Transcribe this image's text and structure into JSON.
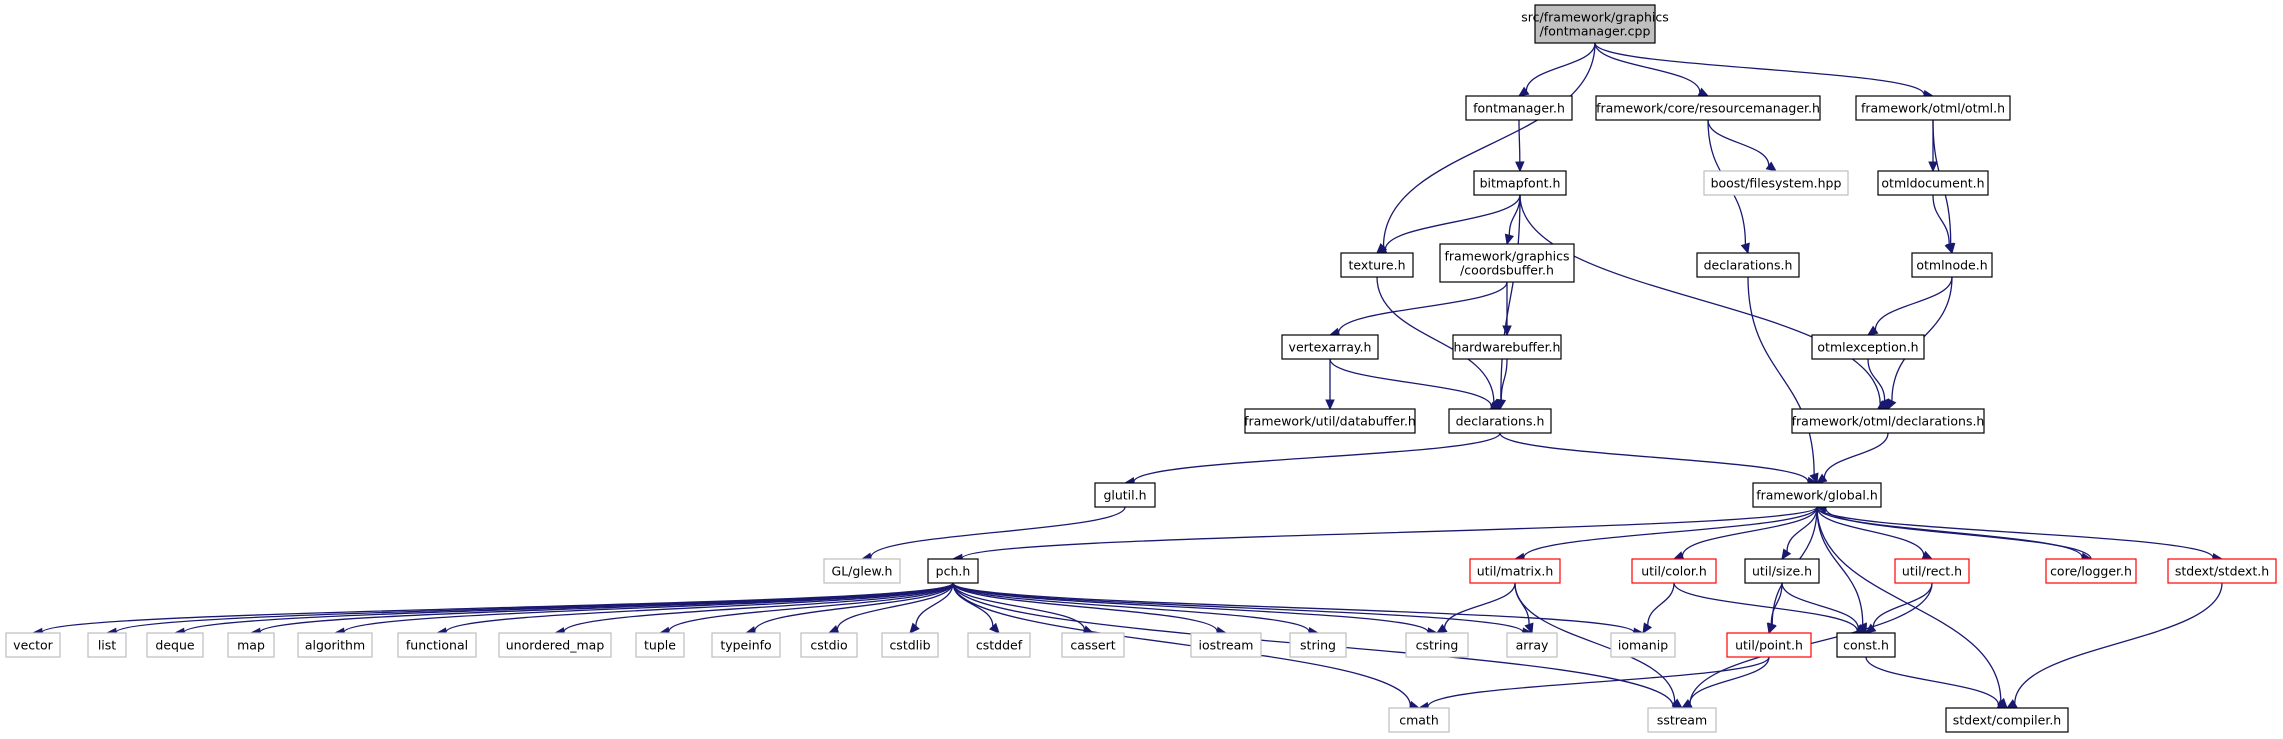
{
  "colors": {
    "edge": "#191970",
    "root_fill": "#bfbfbf",
    "normal_border": "#000000",
    "truncated_border": "#ff0000",
    "external_border": "#bfbfbf",
    "external_text": "#000000"
  },
  "nodes": [
    {
      "id": "root",
      "label": [
        "src/framework/graphics",
        "/fontmanager.cpp"
      ],
      "kind": "root"
    },
    {
      "id": "fontmanager_h",
      "label": [
        "fontmanager.h"
      ],
      "kind": "normal"
    },
    {
      "id": "resourcemanager_h",
      "label": [
        "framework/core/resourcemanager.h"
      ],
      "kind": "normal"
    },
    {
      "id": "otml_h",
      "label": [
        "framework/otml/otml.h"
      ],
      "kind": "normal"
    },
    {
      "id": "bitmapfont_h",
      "label": [
        "bitmapfont.h"
      ],
      "kind": "normal"
    },
    {
      "id": "boost_filesystem",
      "label": [
        "boost/filesystem.hpp"
      ],
      "kind": "external"
    },
    {
      "id": "otmldocument_h",
      "label": [
        "otmldocument.h"
      ],
      "kind": "normal"
    },
    {
      "id": "texture_h",
      "label": [
        "texture.h"
      ],
      "kind": "normal"
    },
    {
      "id": "coordsbuffer_h",
      "label": [
        "framework/graphics",
        "/coordsbuffer.h"
      ],
      "kind": "normal"
    },
    {
      "id": "core_declarations_h",
      "label": [
        "declarations.h"
      ],
      "kind": "normal"
    },
    {
      "id": "otmlnode_h",
      "label": [
        "otmlnode.h"
      ],
      "kind": "normal"
    },
    {
      "id": "vertexarray_h",
      "label": [
        "vertexarray.h"
      ],
      "kind": "normal"
    },
    {
      "id": "hardwarebuffer_h",
      "label": [
        "hardwarebuffer.h"
      ],
      "kind": "normal"
    },
    {
      "id": "otmlexception_h",
      "label": [
        "otmlexception.h"
      ],
      "kind": "normal"
    },
    {
      "id": "databuffer_h",
      "label": [
        "framework/util/databuffer.h"
      ],
      "kind": "normal"
    },
    {
      "id": "declarations_h",
      "label": [
        "declarations.h"
      ],
      "kind": "normal"
    },
    {
      "id": "otml_declarations_h",
      "label": [
        "framework/otml/declarations.h"
      ],
      "kind": "normal"
    },
    {
      "id": "glutil_h",
      "label": [
        "glutil.h"
      ],
      "kind": "normal"
    },
    {
      "id": "global_h",
      "label": [
        "framework/global.h"
      ],
      "kind": "normal"
    },
    {
      "id": "glew_h",
      "label": [
        "GL/glew.h"
      ],
      "kind": "external"
    },
    {
      "id": "pch_h",
      "label": [
        "pch.h"
      ],
      "kind": "normal"
    },
    {
      "id": "matrix_h",
      "label": [
        "util/matrix.h"
      ],
      "kind": "truncated"
    },
    {
      "id": "color_h",
      "label": [
        "util/color.h"
      ],
      "kind": "truncated"
    },
    {
      "id": "size_h",
      "label": [
        "util/size.h"
      ],
      "kind": "normal"
    },
    {
      "id": "rect_h",
      "label": [
        "util/rect.h"
      ],
      "kind": "truncated"
    },
    {
      "id": "logger_h",
      "label": [
        "core/logger.h"
      ],
      "kind": "truncated"
    },
    {
      "id": "stdext_h",
      "label": [
        "stdext/stdext.h"
      ],
      "kind": "truncated"
    },
    {
      "id": "vector",
      "label": [
        "vector"
      ],
      "kind": "external"
    },
    {
      "id": "list",
      "label": [
        "list"
      ],
      "kind": "external"
    },
    {
      "id": "deque",
      "label": [
        "deque"
      ],
      "kind": "external"
    },
    {
      "id": "map",
      "label": [
        "map"
      ],
      "kind": "external"
    },
    {
      "id": "algorithm",
      "label": [
        "algorithm"
      ],
      "kind": "external"
    },
    {
      "id": "functional",
      "label": [
        "functional"
      ],
      "kind": "external"
    },
    {
      "id": "unordered_map",
      "label": [
        "unordered_map"
      ],
      "kind": "external"
    },
    {
      "id": "tuple",
      "label": [
        "tuple"
      ],
      "kind": "external"
    },
    {
      "id": "typeinfo",
      "label": [
        "typeinfo"
      ],
      "kind": "external"
    },
    {
      "id": "cstdio",
      "label": [
        "cstdio"
      ],
      "kind": "external"
    },
    {
      "id": "cstdlib",
      "label": [
        "cstdlib"
      ],
      "kind": "external"
    },
    {
      "id": "cstddef",
      "label": [
        "cstddef"
      ],
      "kind": "external"
    },
    {
      "id": "cassert",
      "label": [
        "cassert"
      ],
      "kind": "external"
    },
    {
      "id": "iostream",
      "label": [
        "iostream"
      ],
      "kind": "external"
    },
    {
      "id": "string",
      "label": [
        "string"
      ],
      "kind": "external"
    },
    {
      "id": "cstring",
      "label": [
        "cstring"
      ],
      "kind": "external"
    },
    {
      "id": "array",
      "label": [
        "array"
      ],
      "kind": "external"
    },
    {
      "id": "iomanip",
      "label": [
        "iomanip"
      ],
      "kind": "external"
    },
    {
      "id": "point_h",
      "label": [
        "util/point.h"
      ],
      "kind": "truncated"
    },
    {
      "id": "const_h",
      "label": [
        "const.h"
      ],
      "kind": "normal"
    },
    {
      "id": "cmath",
      "label": [
        "cmath"
      ],
      "kind": "external"
    },
    {
      "id": "sstream",
      "label": [
        "sstream"
      ],
      "kind": "external"
    },
    {
      "id": "compiler_h",
      "label": [
        "stdext/compiler.h"
      ],
      "kind": "normal"
    }
  ],
  "edges": [
    [
      "root",
      "fontmanager_h"
    ],
    [
      "root",
      "resourcemanager_h"
    ],
    [
      "root",
      "otml_h"
    ],
    [
      "root",
      "texture_h"
    ],
    [
      "fontmanager_h",
      "bitmapfont_h"
    ],
    [
      "resourcemanager_h",
      "boost_filesystem"
    ],
    [
      "resourcemanager_h",
      "core_declarations_h"
    ],
    [
      "otml_h",
      "otmldocument_h"
    ],
    [
      "otml_h",
      "otmlnode_h"
    ],
    [
      "otmldocument_h",
      "otmlnode_h"
    ],
    [
      "bitmapfont_h",
      "texture_h"
    ],
    [
      "bitmapfont_h",
      "coordsbuffer_h"
    ],
    [
      "bitmapfont_h",
      "declarations_h"
    ],
    [
      "bitmapfont_h",
      "otml_declarations_h"
    ],
    [
      "texture_h",
      "declarations_h"
    ],
    [
      "coordsbuffer_h",
      "vertexarray_h"
    ],
    [
      "coordsbuffer_h",
      "hardwarebuffer_h"
    ],
    [
      "vertexarray_h",
      "databuffer_h"
    ],
    [
      "vertexarray_h",
      "declarations_h"
    ],
    [
      "hardwarebuffer_h",
      "declarations_h"
    ],
    [
      "otmlnode_h",
      "otmlexception_h"
    ],
    [
      "otmlnode_h",
      "otml_declarations_h"
    ],
    [
      "otmlexception_h",
      "otml_declarations_h"
    ],
    [
      "core_declarations_h",
      "global_h"
    ],
    [
      "otml_declarations_h",
      "global_h"
    ],
    [
      "declarations_h",
      "glutil_h"
    ],
    [
      "declarations_h",
      "global_h"
    ],
    [
      "glutil_h",
      "glew_h"
    ],
    [
      "global_h",
      "pch_h"
    ],
    [
      "global_h",
      "matrix_h"
    ],
    [
      "global_h",
      "color_h"
    ],
    [
      "global_h",
      "size_h"
    ],
    [
      "global_h",
      "rect_h"
    ],
    [
      "global_h",
      "logger_h"
    ],
    [
      "global_h",
      "stdext_h"
    ],
    [
      "global_h",
      "point_h"
    ],
    [
      "global_h",
      "const_h"
    ],
    [
      "global_h",
      "compiler_h"
    ],
    [
      "logger_h",
      "global_h"
    ],
    [
      "pch_h",
      "vector"
    ],
    [
      "pch_h",
      "list"
    ],
    [
      "pch_h",
      "deque"
    ],
    [
      "pch_h",
      "map"
    ],
    [
      "pch_h",
      "algorithm"
    ],
    [
      "pch_h",
      "functional"
    ],
    [
      "pch_h",
      "unordered_map"
    ],
    [
      "pch_h",
      "tuple"
    ],
    [
      "pch_h",
      "typeinfo"
    ],
    [
      "pch_h",
      "cstdio"
    ],
    [
      "pch_h",
      "cstdlib"
    ],
    [
      "pch_h",
      "cstddef"
    ],
    [
      "pch_h",
      "cassert"
    ],
    [
      "pch_h",
      "iostream"
    ],
    [
      "pch_h",
      "string"
    ],
    [
      "pch_h",
      "cstring"
    ],
    [
      "pch_h",
      "array"
    ],
    [
      "pch_h",
      "iomanip"
    ],
    [
      "pch_h",
      "cmath"
    ],
    [
      "pch_h",
      "sstream"
    ],
    [
      "matrix_h",
      "cstring"
    ],
    [
      "matrix_h",
      "array"
    ],
    [
      "matrix_h",
      "sstream"
    ],
    [
      "color_h",
      "iomanip"
    ],
    [
      "color_h",
      "const_h"
    ],
    [
      "size_h",
      "point_h"
    ],
    [
      "size_h",
      "const_h"
    ],
    [
      "rect_h",
      "const_h"
    ],
    [
      "rect_h",
      "sstream"
    ],
    [
      "point_h",
      "cmath"
    ],
    [
      "point_h",
      "sstream"
    ],
    [
      "const_h",
      "compiler_h"
    ],
    [
      "stdext_h",
      "compiler_h"
    ]
  ]
}
